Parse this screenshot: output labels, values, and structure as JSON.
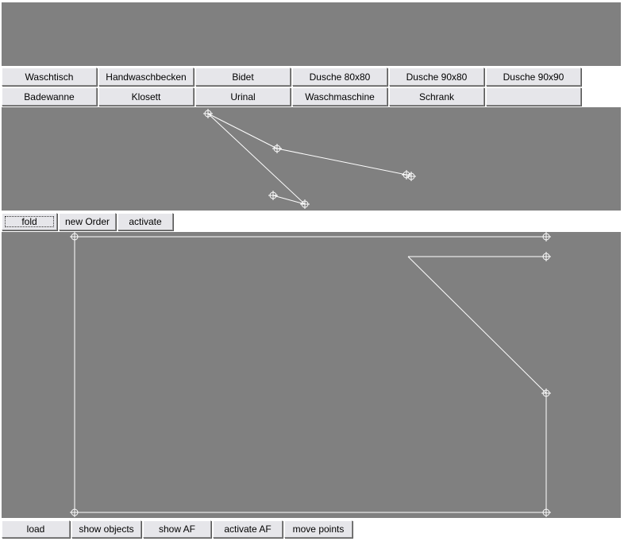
{
  "fixtures": {
    "row1": [
      "Waschtisch",
      "Handwaschbecken",
      "Bidet",
      "Dusche 80x80",
      "Dusche 90x80",
      "Dusche 90x90"
    ],
    "row2": [
      "Badewanne",
      "Klosett",
      "Urinal",
      "Waschmaschine",
      "Schrank",
      ""
    ]
  },
  "mid_controls": {
    "fold": "fold",
    "new_order": "new Order",
    "activate": "activate"
  },
  "bottom_controls": {
    "load": "load",
    "show_objects": "show objects",
    "show_af": "show AF",
    "activate_af": "activate AF",
    "move_points": "move points"
  },
  "colors": {
    "canvas": "#808080",
    "stroke": "#ffffff",
    "button_face": "#e6e6ea"
  }
}
